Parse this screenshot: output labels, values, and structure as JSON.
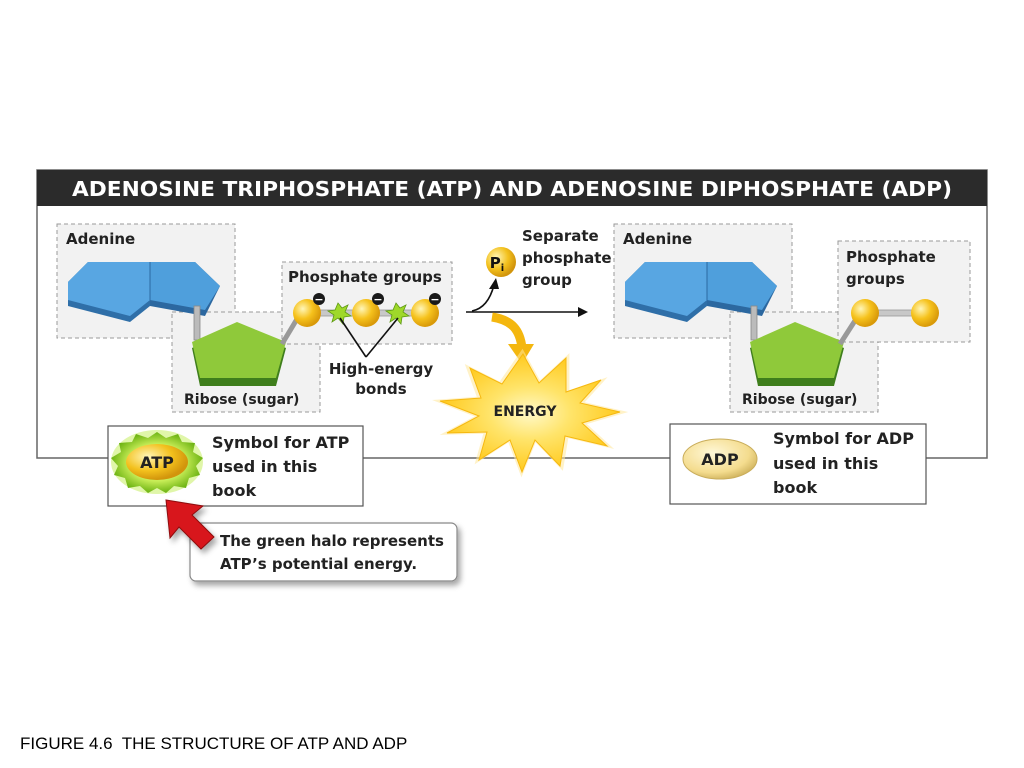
{
  "figure": {
    "title": "ADENOSINE TRIPHOSPHATE (ATP) AND ADENOSINE DIPHOSPHATE (ADP)",
    "caption": "FIGURE 4.6  THE STRUCTURE OF ATP AND ADP"
  },
  "atp": {
    "adenine_label": "Adenine",
    "ribose_label": "Ribose (sugar)",
    "phosphate_label": "Phosphate groups",
    "bonds_label_line1": "High-energy",
    "bonds_label_line2": "bonds",
    "charge_symbol": "−"
  },
  "reaction": {
    "pi_symbol": "P",
    "pi_subscript": "i",
    "separate_line1": "Separate",
    "separate_line2": "phosphate",
    "separate_line3": "group",
    "energy_label": "ENERGY"
  },
  "adp": {
    "adenine_label": "Adenine",
    "phosphate_line1": "Phosphate",
    "phosphate_line2": "groups",
    "ribose_label": "Ribose (sugar)"
  },
  "atp_symbol_box": {
    "badge": "ATP",
    "line1": "Symbol for ATP",
    "line2": "used in this",
    "line3": "book"
  },
  "adp_symbol_box": {
    "badge": "ADP",
    "line1": "Symbol for ADP",
    "line2": "used in this",
    "line3": "book"
  },
  "note": {
    "line1": "The green halo represents",
    "line2": "ATP’s potential energy."
  },
  "colors": {
    "header_bg": "#2b2b2b",
    "adenine_blue": "#4f9fdc",
    "ribose_green": "#8fc93a",
    "phosphate_yellow": "#f6c21c",
    "energy_yellow": "#ffd52e",
    "halo_green": "#9fd82a",
    "arrow_red": "#d8141b"
  }
}
